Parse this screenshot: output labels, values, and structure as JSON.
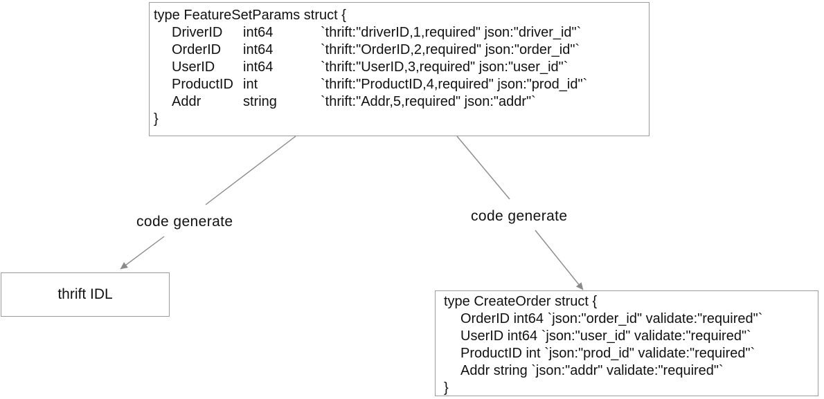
{
  "colors": {
    "background": "#ffffff",
    "box_border": "#9a9a9a",
    "arrow": "#8a8a8a",
    "text": "#111111"
  },
  "labels": {
    "left_arrow": "code generate",
    "right_arrow": "code generate"
  },
  "source_struct": {
    "open": "type FeatureSetParams struct {",
    "fields": [
      {
        "name": "DriverID",
        "type": "int64",
        "tag": "`thrift:\"driverID,1,required\" json:\"driver_id\"`"
      },
      {
        "name": "OrderID",
        "type": "int64",
        "tag": "`thrift:\"OrderID,2,required\" json:\"order_id\"`"
      },
      {
        "name": "UserID",
        "type": "int64",
        "tag": "`thrift:\"UserID,3,required\" json:\"user_id\"`"
      },
      {
        "name": "ProductID",
        "type": "int",
        "tag": "`thrift:\"ProductID,4,required\" json:\"prod_id\"`"
      },
      {
        "name": "Addr",
        "type": "string",
        "tag": "`thrift:\"Addr,5,required\" json:\"addr\"`"
      }
    ],
    "close": "}"
  },
  "thrift_box": {
    "label": "thrift IDL"
  },
  "target_struct": {
    "open": "type CreateOrder struct {",
    "fields": [
      "OrderID int64 `json:\"order_id\" validate:\"required\"`",
      "UserID int64 `json:\"user_id\" validate:\"required\"`",
      "ProductID int `json:\"prod_id\" validate:\"required\"`",
      "Addr string `json:\"addr\" validate:\"required\"`"
    ],
    "close": "}"
  }
}
